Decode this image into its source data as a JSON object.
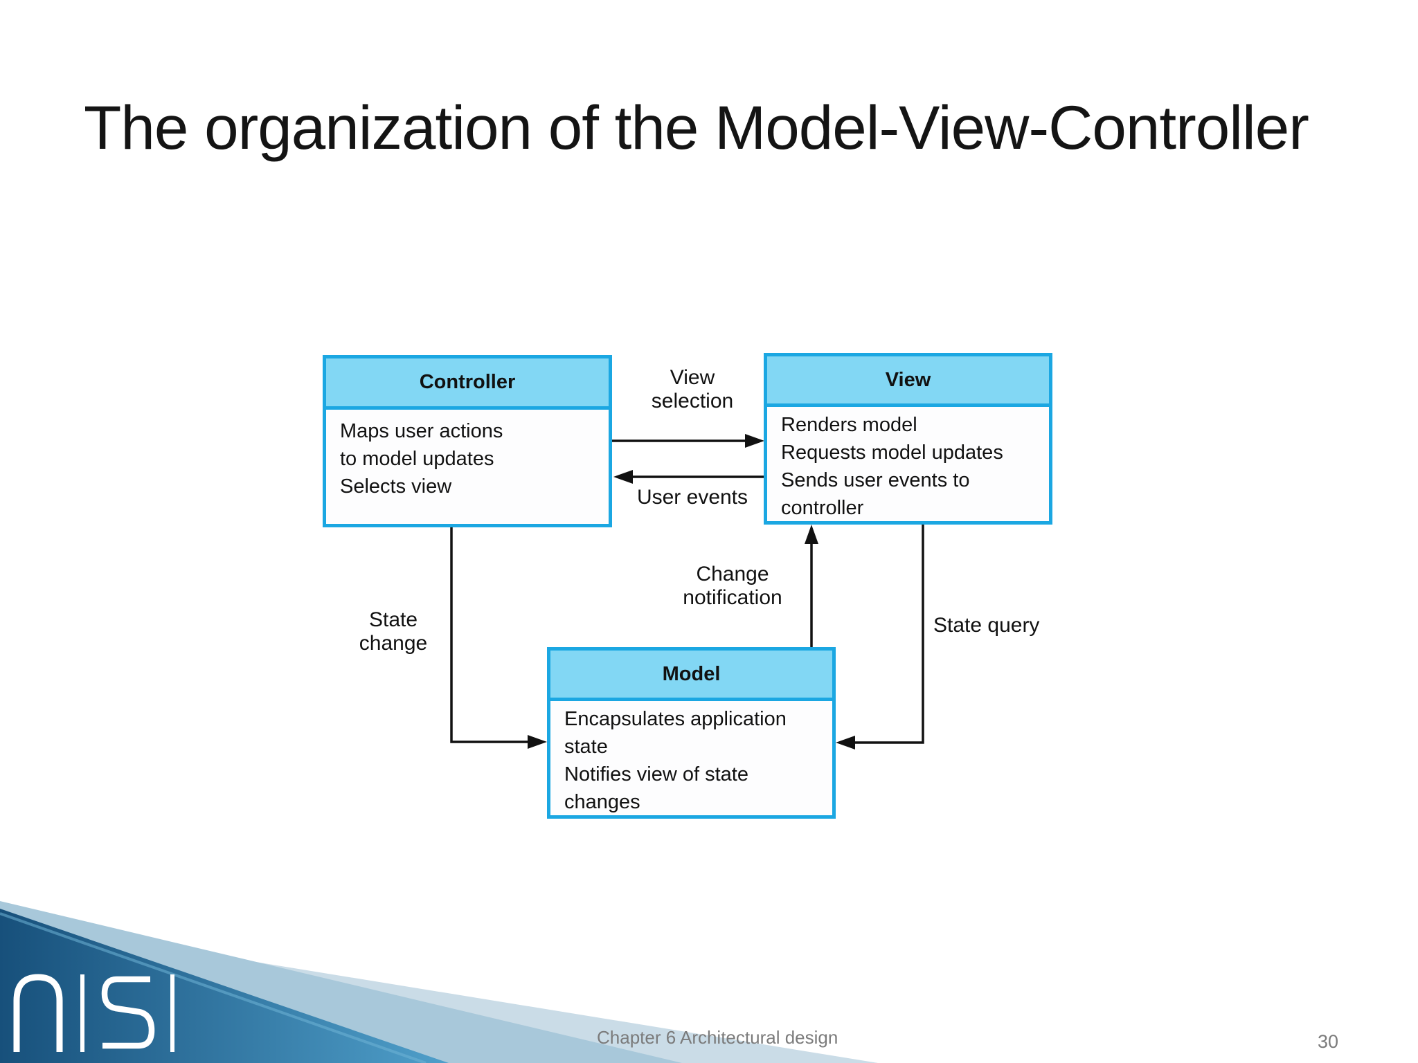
{
  "title": "The organization of the Model-View-Controller",
  "diagram": {
    "boxes": {
      "controller": {
        "title": "Controller",
        "body": "Maps user actions\nto model updates\nSelects view"
      },
      "view": {
        "title": "View",
        "body": "Renders model\nRequests model updates\nSends user events to\ncontroller"
      },
      "model": {
        "title": "Model",
        "body": "Encapsulates application\nstate\nNotifies view of state\nchanges"
      }
    },
    "labels": {
      "view_selection": "View\nselection",
      "user_events": "User events",
      "state_change": "State\nchange",
      "change_notification": "Change\nnotification",
      "state_query": "State query"
    },
    "colors": {
      "box_border": "#1BA7E2",
      "box_header_fill": "#82D7F4",
      "arrow": "#111111",
      "decoration_dark_start": "#17507B",
      "decoration_dark_end": "#4F9FCA",
      "decoration_medium": "#A8C8DA",
      "decoration_light": "#CADCE7"
    }
  },
  "footer": {
    "text": "Chapter 6 Architectural design",
    "page_number": "30"
  },
  "logo": {
    "text": "NISI"
  }
}
